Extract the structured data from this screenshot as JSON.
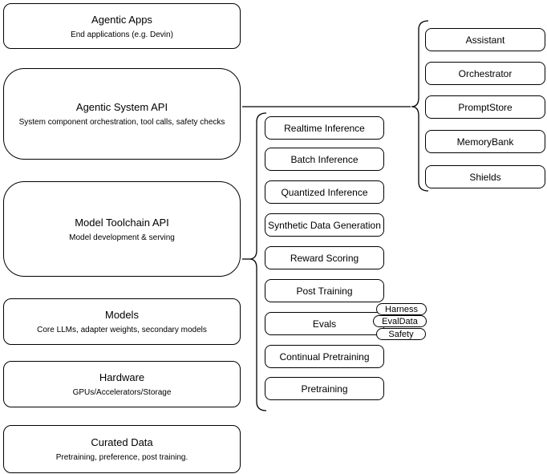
{
  "diagram": {
    "stack": [
      {
        "title": "Agentic Apps",
        "subtitle": "End applications (e.g. Devin)"
      },
      {
        "title": "Agentic System API",
        "subtitle": "System component orchestration, tool calls, safety checks"
      },
      {
        "title": "Model Toolchain API",
        "subtitle": "Model development & serving"
      },
      {
        "title": "Models",
        "subtitle": "Core LLMs, adapter weights, secondary models"
      },
      {
        "title": "Hardware",
        "subtitle": "GPUs/Accelerators/Storage"
      },
      {
        "title": "Curated Data",
        "subtitle": "Pretraining, preference, post training."
      }
    ],
    "toolchain": {
      "items": [
        "Realtime Inference",
        "Batch Inference",
        "Quantized Inference",
        "Synthetic Data Generation",
        "Reward Scoring",
        "Post Training",
        "Evals",
        "Continual Pretraining",
        "Pretraining"
      ],
      "eval_tags": [
        "Harness",
        "EvalData",
        "Safety"
      ]
    },
    "system": {
      "items": [
        "Assistant",
        "Orchestrator",
        "PromptStore",
        "MemoryBank",
        "Shields"
      ]
    },
    "colors": {
      "stroke": "#000000",
      "fill": "#ffffff"
    }
  }
}
